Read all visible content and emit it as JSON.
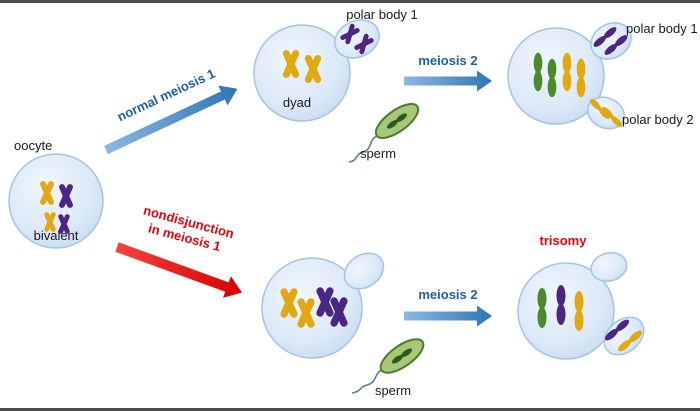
{
  "labels": {
    "oocyte": "oocyte",
    "bivalent": "bivalent",
    "dyad": "dyad",
    "polar_body_1": "polar body 1",
    "polar_body_2": "polar body 2",
    "sperm": "sperm",
    "trisomy": "trisomy"
  },
  "arrows": {
    "normal_meiosis_1": "normal meiosis 1",
    "nondisjunction_line1": "nondisjunction",
    "nondisjunction_line2": "in meiosis 1",
    "meiosis_2": "meiosis 2"
  },
  "colors": {
    "cell_fill": "#dce8f7",
    "cell_stroke": "#a3c4e4",
    "chromosome_yellow": "#e0a912",
    "chromosome_purple": "#4b2683",
    "chromosome_green": "#4a8a2a",
    "sperm_body": "#a6c878",
    "sperm_outline": "#4e7a2e",
    "sperm_core": "#2f5a17",
    "sperm_tail": "#5b7e9c",
    "arrow_blue": "#2e75b6",
    "arrow_red": "#e00000",
    "label_blue": "#1f5fa8",
    "label_red": "#e8000b",
    "label_text": "#1a1a1a",
    "border": "#4d4d4d"
  }
}
